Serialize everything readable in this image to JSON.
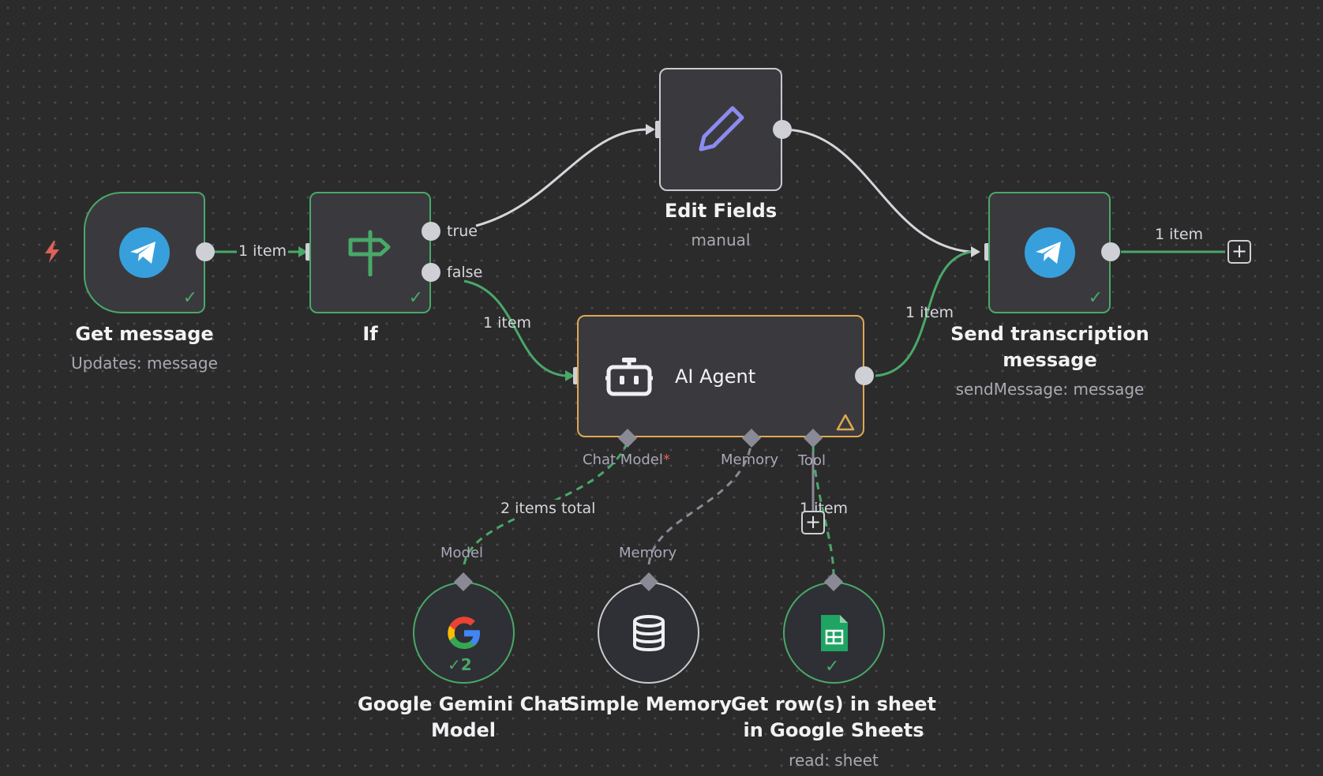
{
  "nodes": {
    "get_message": {
      "title": "Get message",
      "subtitle": "Updates: message",
      "status": "success"
    },
    "if": {
      "title": "If",
      "status": "success"
    },
    "edit_fields": {
      "title": "Edit Fields",
      "subtitle": "manual"
    },
    "ai_agent": {
      "title": "AI Agent",
      "status": "warning"
    },
    "send_transcription": {
      "title_line1": "Send transcription",
      "title_line2": "message",
      "subtitle": "sendMessage: message",
      "status": "success"
    },
    "gemini": {
      "title_line1": "Google Gemini Chat",
      "title_line2": "Model",
      "badge_count": "2",
      "status": "success"
    },
    "memory": {
      "title": "Simple Memory"
    },
    "sheets": {
      "title_line1": "Get row(s) in sheet",
      "title_line2": "in Google Sheets",
      "subtitle": "read: sheet",
      "status": "success"
    }
  },
  "connections": {
    "trigger_to_if": "1 item",
    "if_true_label": "true",
    "if_false_label": "false",
    "false_to_agent": "1 item",
    "agent_to_send": "1 item",
    "send_output": "1 item",
    "gemini_to_agent": "2 items total",
    "sheets_to_agent": "1 item"
  },
  "ports": {
    "agent_chat_model": "Chat Model",
    "agent_chat_model_required": "*",
    "agent_memory": "Memory",
    "agent_tool": "Tool",
    "gemini_model": "Model",
    "memory_memory": "Memory"
  },
  "colors": {
    "canvas": "#2b2b2c",
    "success": "#4aa868",
    "warning": "#e0a850",
    "telegram": "#37a0dc",
    "edit_pencil": "#8b8bf0",
    "error": "#e0605a"
  }
}
